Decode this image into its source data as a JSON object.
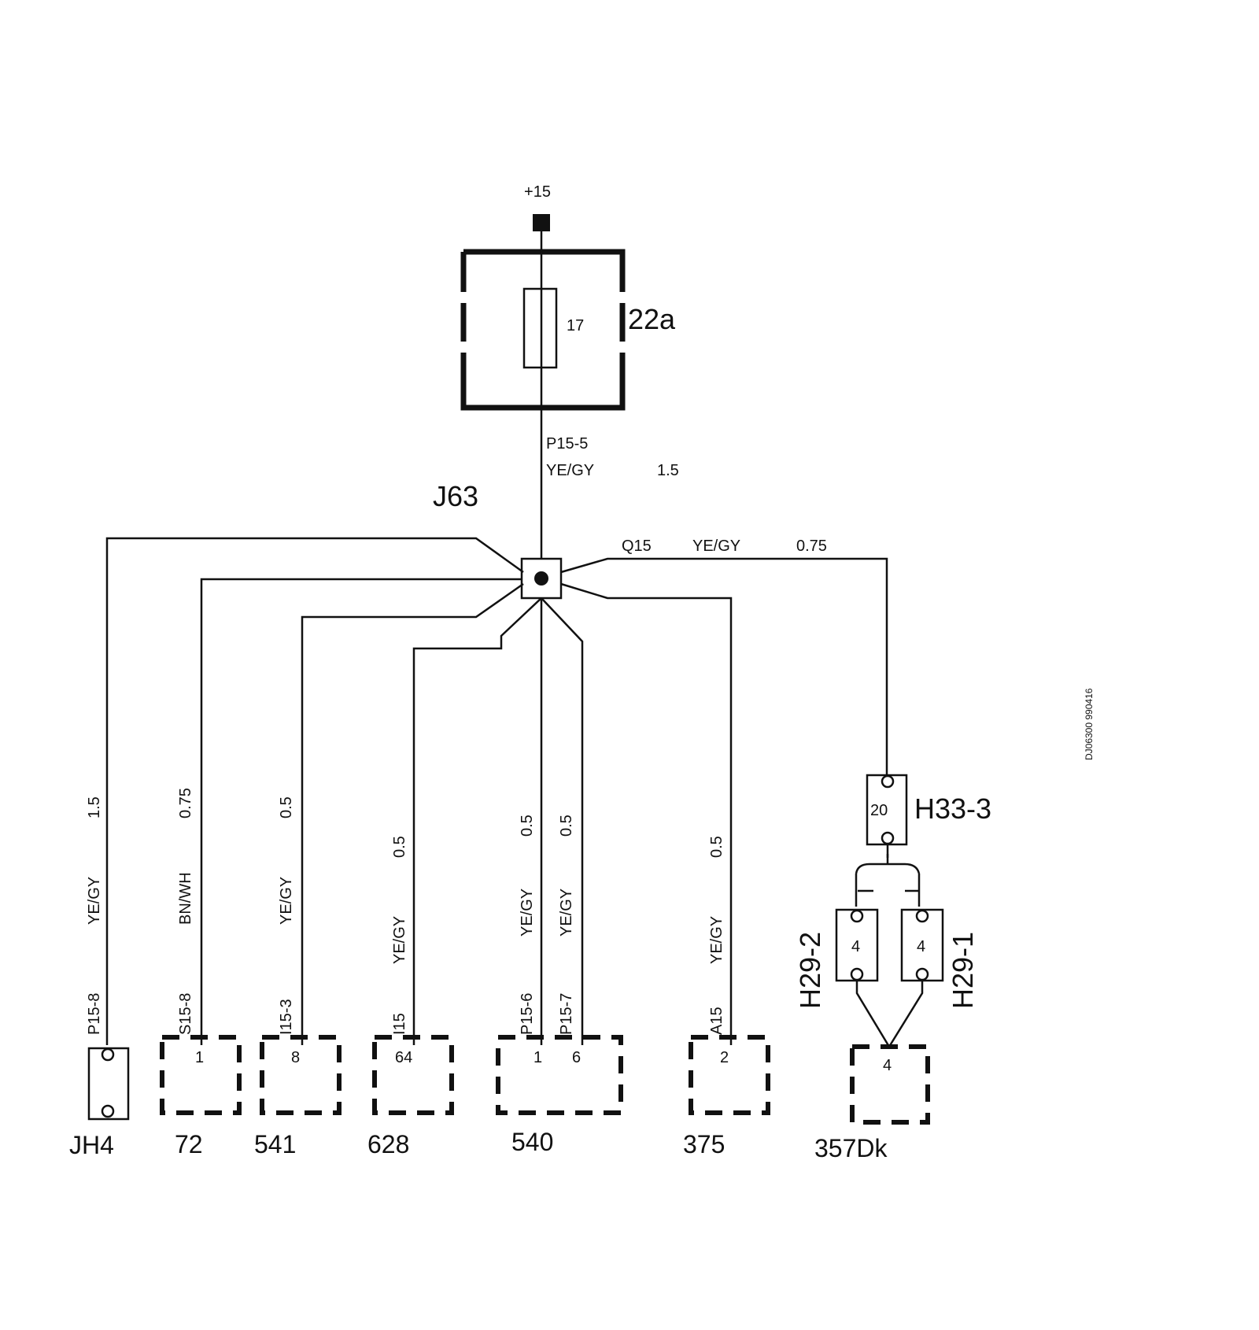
{
  "supply": {
    "label": "+15"
  },
  "fuse_box": {
    "id": "22a",
    "fuse_number": "17"
  },
  "supply_wire": {
    "code": "P15-5",
    "color": "YE/GY",
    "size": "1.5"
  },
  "junction": {
    "id": "J63"
  },
  "q15_wire": {
    "code": "Q15",
    "color": "YE/GY",
    "size": "0.75"
  },
  "doc_ref": "DJ06300 990416",
  "branches": [
    {
      "size": "1.5",
      "color": "YE/GY",
      "code": "P15-8",
      "pin": "",
      "component": "JH4"
    },
    {
      "size": "0.75",
      "color": "BN/WH",
      "code": "S15-8",
      "pin": "1",
      "component": "72"
    },
    {
      "size": "0.5",
      "color": "YE/GY",
      "code": "I15-3",
      "pin": "8",
      "component": "541"
    },
    {
      "size": "0.5",
      "color": "YE/GY",
      "code": "I15",
      "pin": "64",
      "component": "628"
    },
    {
      "size": "0.5",
      "color": "YE/GY",
      "code": "P15-6",
      "pin": "1",
      "component": "540"
    },
    {
      "size": "0.5",
      "color": "YE/GY",
      "code": "P15-7",
      "pin": "6",
      "component": ""
    },
    {
      "size": "0.5",
      "color": "YE/GY",
      "code": "A15",
      "pin": "2",
      "component": "375"
    }
  ],
  "right_side": {
    "h33": {
      "id": "H33-3",
      "pin": "20"
    },
    "h29_2": {
      "id": "H29-2",
      "pin": "4"
    },
    "h29_1": {
      "id": "H29-1",
      "pin": "4"
    },
    "c357": {
      "id": "357Dk",
      "pin": "4"
    }
  }
}
